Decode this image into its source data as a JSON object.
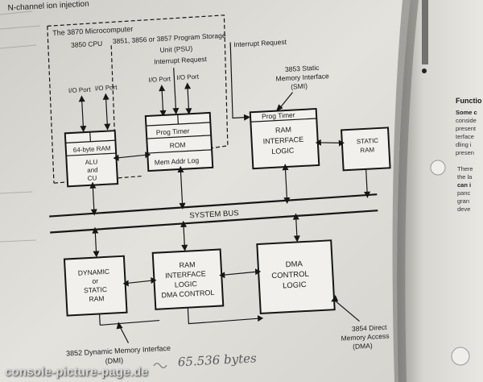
{
  "page": {
    "header_top": "N-channel ion injection",
    "microcomputer_label": "The 3870 Microcomputer",
    "psu_label_line1": "3851, 3856 or 3857 Program Storage",
    "psu_label_line2": "Unit (PSU)",
    "cpu_label": "3850 CPU",
    "io_port_1": "I/O Port",
    "io_port_2": "I/O Port",
    "io_port_3": "I/O Port",
    "io_port_4": "I/O Port",
    "interrupt_request_1": "Interrupt Request",
    "interrupt_request_2": "Interrupt Request",
    "cpu_ram": "64-byte RAM",
    "cpu_alu_1": "ALU",
    "cpu_alu_2": "and",
    "cpu_alu_3": "CU",
    "psu_prog_timer": "Prog Timer",
    "psu_rom": "ROM",
    "psu_mem_addr": "Mem Addr Log",
    "smi_label_1": "3853 Static",
    "smi_label_2": "Memory Interface",
    "smi_label_3": "(SMI)",
    "smi_prog_timer": "Prog Timer",
    "smi_ram_1": "RAM",
    "smi_ram_2": "INTERFACE",
    "smi_ram_3": "LOGIC",
    "static_ram_1": "STATIC",
    "static_ram_2": "RAM",
    "system_bus": "SYSTEM BUS",
    "dyn_ram_1": "DYNAMIC",
    "dyn_ram_2": "or",
    "dyn_ram_3": "STATIC",
    "dyn_ram_4": "RAM",
    "dmi_block_1": "RAM",
    "dmi_block_2": "INTERFACE",
    "dmi_block_3": "LOGIC",
    "dmi_block_4": "DMA CONTROL",
    "dma_block_1": "DMA",
    "dma_block_2": "CONTROL",
    "dma_block_3": "LOGIC",
    "dmi_caption_1": "3852 Dynamic Memory Interface",
    "dmi_caption_2": "(DMI)",
    "dma_caption_1": "3854 Direct",
    "dma_caption_2": "Memory Access",
    "dma_caption_3": "(DMA)",
    "handwritten_note": "65.536 bytes",
    "right_page_heading": "Functio",
    "right_page_line_1": "Some c",
    "right_page_line_2": "conside",
    "right_page_line_3": "present",
    "right_page_line_4": "terface",
    "right_page_line_5": "dling i",
    "right_page_line_6": "presen",
    "right_page_line_7": "There",
    "right_page_line_8": "the la",
    "right_page_line_9": "can i",
    "right_page_line_10": "panc",
    "right_page_line_11": "gran",
    "right_page_line_12": "deve"
  },
  "watermark": "console-picture-page.de",
  "colors": {
    "paper": "#f1f0ec",
    "ink": "#161616",
    "background": "#7d7d7b"
  }
}
